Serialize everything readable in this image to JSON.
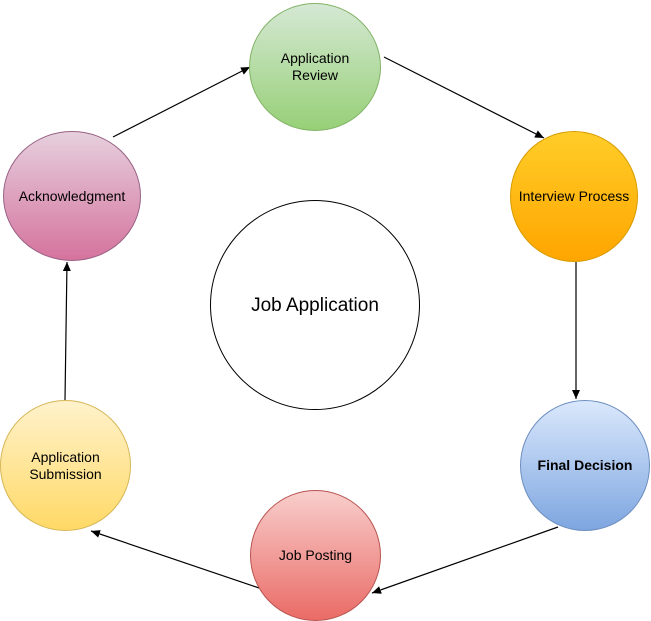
{
  "diagram": {
    "center": "Job Application",
    "nodes": {
      "review": "Application Review",
      "interview": "Interview Process",
      "decision": "Final Decision",
      "posting": "Job Posting",
      "submission_line1": "Application",
      "submission_line2": "Submission",
      "ack": "Acknowledgment"
    },
    "colors": {
      "edge": "#000000",
      "review": [
        "#d5e8d4",
        "#97d077"
      ],
      "interview": [
        "#ffcd28",
        "#ffa500"
      ],
      "decision": [
        "#dae8fc",
        "#7ea6e0"
      ],
      "posting": [
        "#f8cecc",
        "#ea6b66"
      ],
      "submission": [
        "#fff2cc",
        "#ffd966"
      ],
      "ack": [
        "#e6d0de",
        "#d5739d"
      ]
    }
  }
}
